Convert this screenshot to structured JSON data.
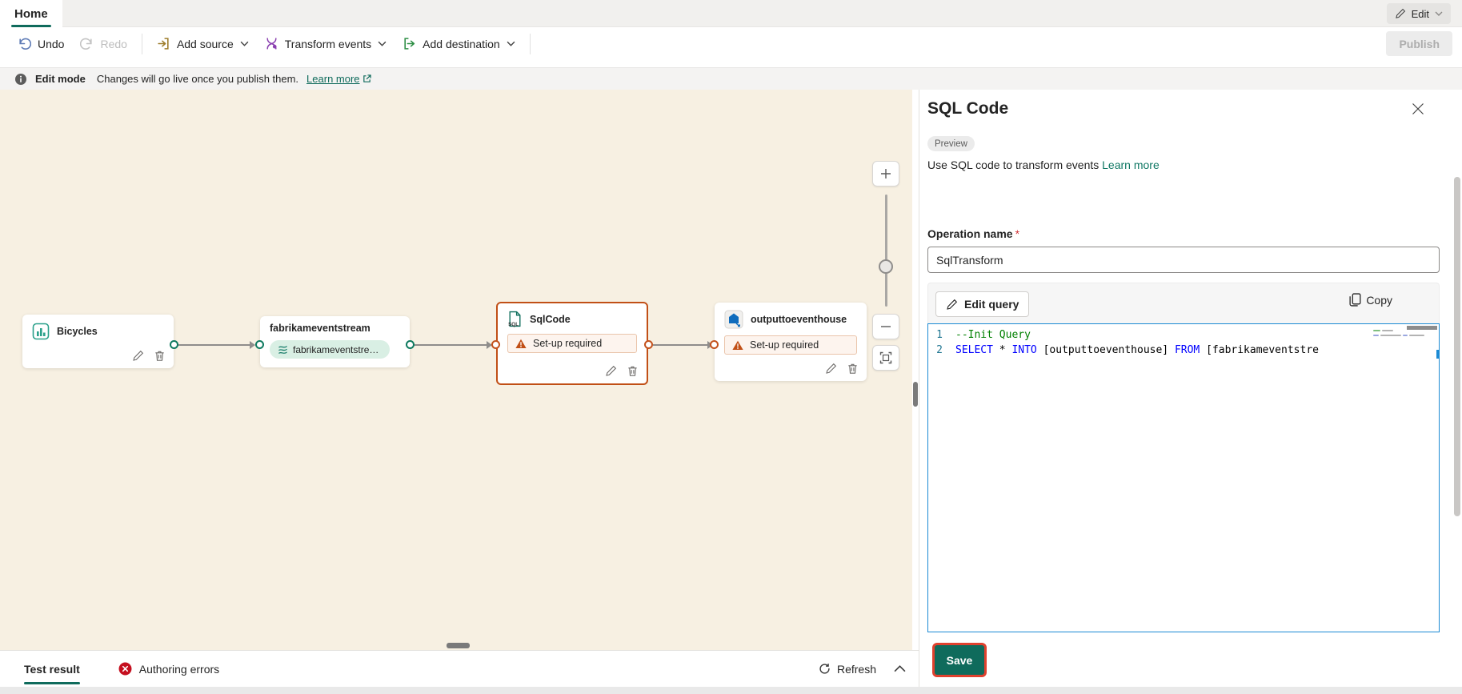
{
  "tabbar": {
    "home_label": "Home",
    "edit_label": "Edit"
  },
  "toolbar": {
    "undo": "Undo",
    "redo": "Redo",
    "add_source": "Add source",
    "transform_events": "Transform events",
    "add_destination": "Add destination",
    "publish": "Publish"
  },
  "banner": {
    "title": "Edit mode",
    "message": "Changes will go live once you publish them.",
    "link": "Learn more"
  },
  "canvas": {
    "nodes": [
      {
        "title": "Bicycles"
      },
      {
        "title": "fabrikameventstream",
        "pill": "fabrikameventstre…"
      },
      {
        "title": "SqlCode",
        "warning": "Set-up required"
      },
      {
        "title": "outputtoeventhouse",
        "warning": "Set-up required"
      }
    ]
  },
  "bottombar": {
    "test_result": "Test result",
    "authoring_errors": "Authoring errors",
    "refresh": "Refresh"
  },
  "panel": {
    "title": "SQL Code",
    "badge": "Preview",
    "description": "Use SQL code to transform events",
    "link": "Learn more",
    "operation_name_label": "Operation name",
    "required_marker": "*",
    "operation_name_value": "SqlTransform",
    "edit_query": "Edit query",
    "copy": "Copy",
    "save": "Save",
    "code": {
      "line1_num": "1",
      "line1_comment": "--Init Query",
      "line2_num": "2",
      "line2_kw1": "SELECT",
      "line2_txt1": " * ",
      "line2_kw2": "INTO",
      "line2_txt2": " [outputtoeventhouse] ",
      "line2_kw3": "FROM",
      "line2_txt3": " [fabrikameventstre"
    }
  },
  "colors": {
    "accent_teal": "#0f6b5c",
    "selected_orange": "#c14f16",
    "error_red": "#c50f1f",
    "editor_border_blue": "#1b8ad4",
    "canvas_bg": "#f7f0e2"
  }
}
